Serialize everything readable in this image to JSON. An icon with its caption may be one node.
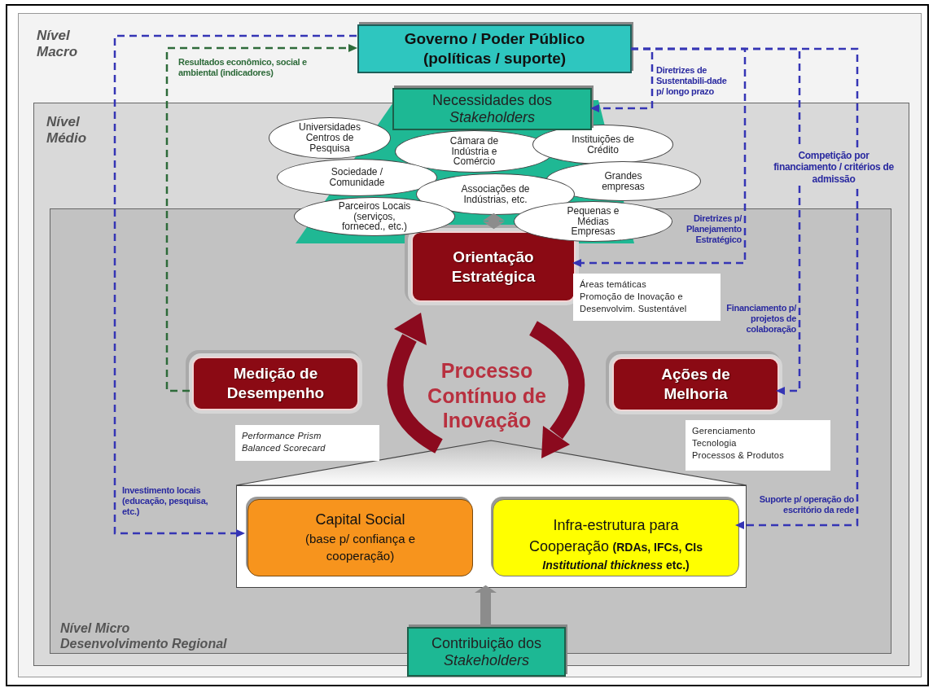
{
  "diagram": {
    "nodes": [
      {
        "text": [
          "Nível Macro"
        ]
      },
      {
        "text": [
          "Nível Médio"
        ],
        "in": 0
      },
      {
        "text": [
          "Nível Micro Desenvolvimento Regional"
        ],
        "in": 1
      },
      {
        "text": [
          "Governo / Poder Público (políticas / suporte)"
        ],
        "in": 0
      },
      {
        "text": [
          "Necessidades dos *Stakeholders*"
        ],
        "in": 0
      },
      {
        "text": [
          "Universidades Centros de Pesquisa"
        ],
        "in": 1
      },
      {
        "text": [
          "Câmara de Indústria e Comércio"
        ],
        "in": 1
      },
      {
        "text": [
          "Instituições de Crédito"
        ],
        "in": 1
      },
      {
        "text": [
          "Sociedade / Comunidade"
        ],
        "in": 1
      },
      {
        "text": [
          "Grandes empresas"
        ],
        "in": 1
      },
      {
        "text": [
          "Associações de Indústrias, etc."
        ],
        "in": 1
      },
      {
        "text": [
          "Parceiros Locais (serviços, forneced., etc.)"
        ],
        "in": 1
      },
      {
        "text": [
          "Pequenas e Médias Empresas"
        ],
        "in": 1
      },
      {
        "text": [
          "Orientação Estratégica"
        ],
        "in": 2,
        "beside": [
          "Áreas temáticas",
          "Promoção de Inovação e Desenvolvim. Sustentável"
        ]
      },
      {
        "text": [
          "Medição de Desempenho"
        ],
        "in": 2,
        "beside": [
          "Performance Prism",
          "Balanced Scorecard"
        ]
      },
      {
        "text": [
          "Ações de Melhoria"
        ],
        "in": 2,
        "beside": [
          "Gerenciamento",
          "Tecnologia",
          "Processos & Produtos"
        ]
      },
      {
        "text": [],
        "shape": "box",
        "in": 2
      },
      {
        "text": [
          "Capital Social",
          "(base p/ confiança e cooperação)"
        ],
        "in": 16
      },
      {
        "text": [
          "Infra-estrutura para Cooperação",
          "(RDAs, IFCs, CIs *Institutional thickness* etc.)"
        ],
        "in": 16
      },
      {
        "text": [
          "Contribuição dos *Stakeholders*"
        ],
        "in": 0
      }
    ],
    "edges": [
      {
        "from": 3,
        "to": 17,
        "arrow": "to",
        "label": "Investimento locais (educação, pesquisa, etc.)",
        "style": "dashed"
      },
      {
        "from": 14,
        "to": 3,
        "arrow": "to",
        "label": "Resultados econômico, social e ambiental (indicadores)",
        "style": "dashed",
        "color": "#2e6b3a"
      },
      {
        "from": 3,
        "to": 4,
        "arrow": "to",
        "label": "Diretrizes de Sustentabili-dade p/ longo prazo",
        "style": "dashed"
      },
      {
        "from": 3,
        "to": 13,
        "arrow": "to",
        "label": "Diretrizes p/ Planejamento Estratégico",
        "style": "dashed"
      },
      {
        "from": 3,
        "to": 15,
        "arrow": "to",
        "label": "Financiamento p/ projetos de colaboração",
        "style": "dashed"
      },
      {
        "from": 3,
        "to": 18,
        "arrow": "to",
        "label": "Suporte p/ operação do escritório da rede",
        "style": "dashed"
      },
      {
        "from": 19,
        "to": 16,
        "arrow": "to",
        "style": "thick",
        "color": "#8c8c8c"
      },
      {
        "from": 13,
        "to": 10,
        "arrow": "both",
        "style": "thick",
        "color": "#8c8c8c"
      }
    ],
    "labels": [
      "Competição por financiamento / critérios de admissão",
      "Processo Contínuo de Inovação"
    ]
  }
}
